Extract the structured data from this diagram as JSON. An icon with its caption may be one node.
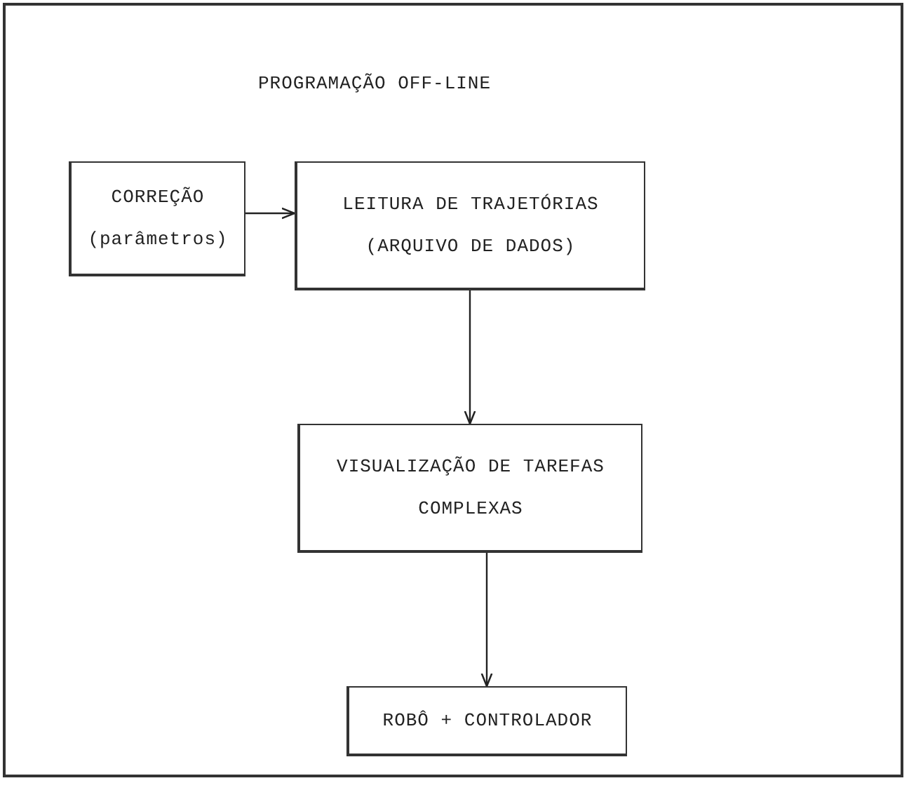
{
  "diagram": {
    "nodes": [
      {
        "text": [
          "PROGRAMAÇÃO OFF-LINE"
        ]
      },
      {
        "text": [
          "CORREÇÃO (parâmetros)"
        ],
        "in": 0
      },
      {
        "text": [
          "LEITURA DE TRAJETÓRIAS (ARQUIVO DE DADOS)"
        ],
        "in": 0
      },
      {
        "text": [
          "VISUALIZAÇÃO DE TAREFAS COMPLEXAS"
        ],
        "in": 0
      },
      {
        "text": [
          "ROBÔ + CONTROLADOR"
        ],
        "in": 0
      }
    ],
    "edges": [
      {
        "from": 1,
        "to": 2,
        "arrow": "to"
      },
      {
        "from": 2,
        "to": 3,
        "arrow": "to"
      },
      {
        "from": 3,
        "to": 4,
        "arrow": "to"
      }
    ]
  }
}
